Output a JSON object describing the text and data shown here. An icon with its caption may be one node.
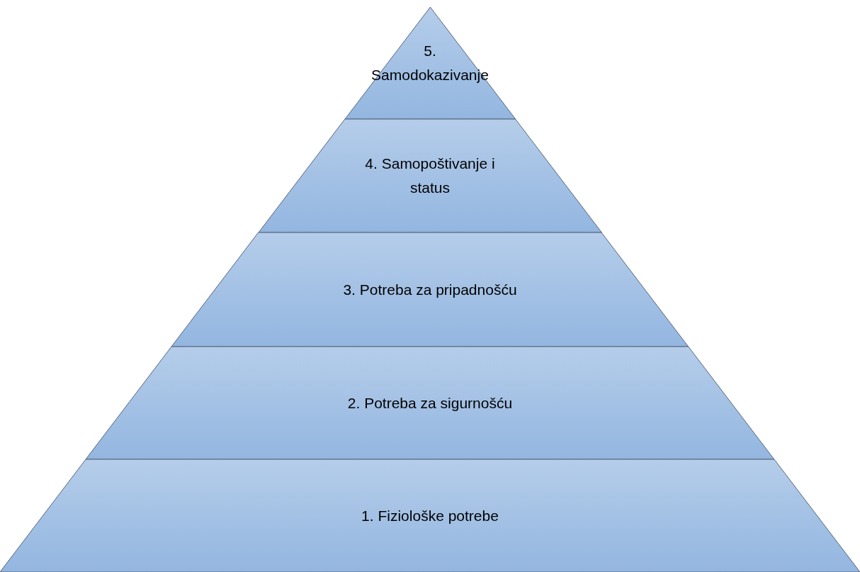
{
  "diagram": {
    "nodes": [
      {
        "text": [
          "5. Samodokazivanje"
        ]
      },
      {
        "text": [
          "4. Samopoštivanje i status"
        ]
      },
      {
        "text": [
          "3. Potreba za pripadnošću"
        ]
      },
      {
        "text": [
          "2. Potreba za sigurnošću"
        ]
      },
      {
        "text": [
          "1. Fiziološke potrebe"
        ]
      }
    ]
  }
}
